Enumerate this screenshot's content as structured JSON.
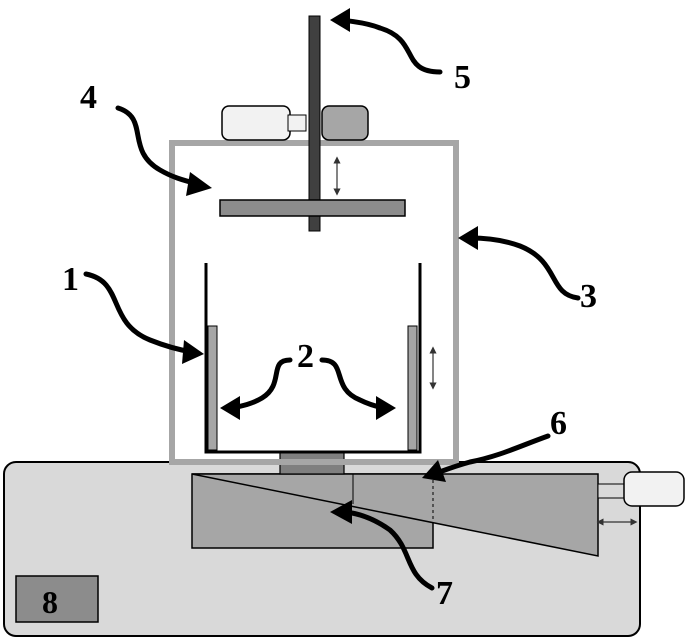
{
  "diagram": {
    "labels": {
      "one": "1",
      "two": "2",
      "three": "3",
      "four": "4",
      "five": "5",
      "six": "6",
      "seven": "7",
      "eight": "8"
    },
    "colors": {
      "outline": "#000000",
      "chamber_wall": "#a6a6a6",
      "base_fill": "#d9d9d9",
      "plate_fill": "#8c8c8c",
      "wedge_fill": "#a6a6a6",
      "wedge_dark": "#7f7f7f",
      "motor_fill": "#f2f2f2",
      "box8_fill": "#8c8c8c",
      "rod_fill": "#404040"
    }
  }
}
